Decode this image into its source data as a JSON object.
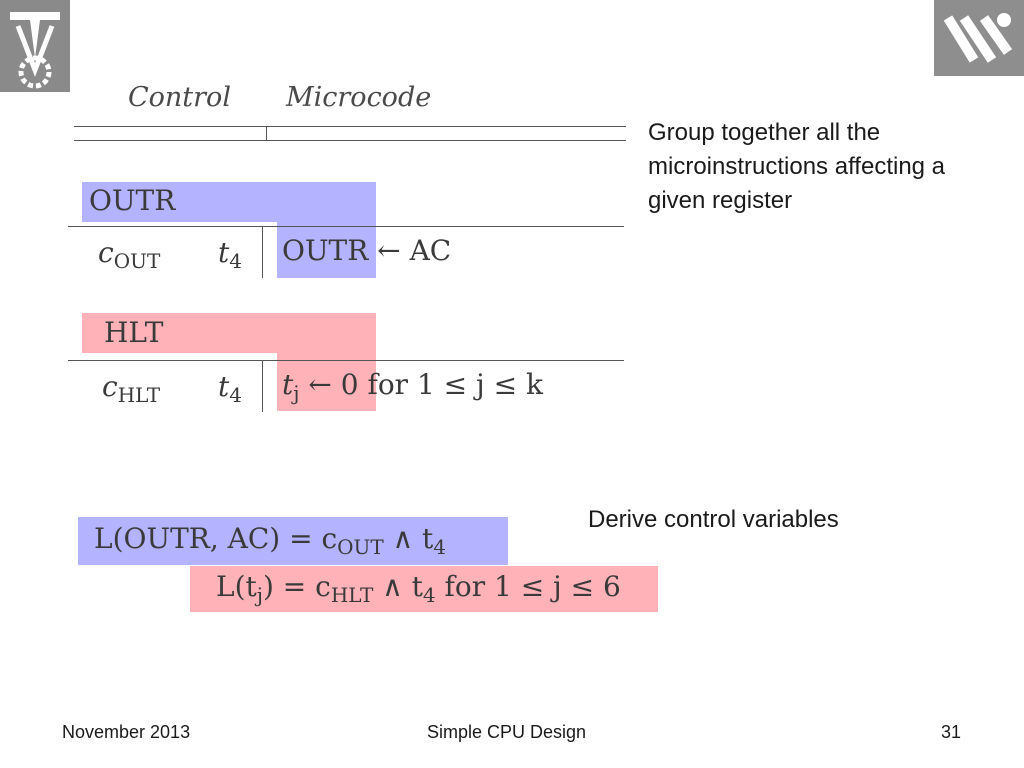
{
  "logos": {
    "left": "technion-emblem-icon",
    "right": "gear-emblem-icon"
  },
  "table": {
    "col_control": "Control",
    "col_microcode": "Microcode"
  },
  "outr_block": {
    "register": "OUTR",
    "control": "c",
    "control_sub": "OUT",
    "time": "t",
    "time_sub": "4",
    "dest": "OUTR",
    "op": "← AC"
  },
  "hlt_block": {
    "register": "HLT",
    "control": "c",
    "control_sub": "HLT",
    "time": "t",
    "time_sub": "4",
    "dest": "t",
    "dest_sub": "j",
    "dest_op": " ← 0",
    "rest": "for 1 ≤ j ≤ k"
  },
  "notes": {
    "group": "Group together all the microinstructions affecting a given register",
    "derive": "Derive control variables"
  },
  "equations": {
    "eq1": "L(OUTR, AC) = c",
    "eq1_sub": "OUT",
    "eq1_tail": " ∧ t",
    "eq1_tail_sub": "4",
    "eq2": "L(t",
    "eq2_sub1": "j",
    "eq2_mid": ") = c",
    "eq2_sub2": "HLT",
    "eq2_tail": " ∧ t",
    "eq2_tail_sub": "4",
    "eq2_end": " for 1 ≤ j ≤ 6"
  },
  "footer": {
    "date": "November 2013",
    "title": "Simple CPU Design",
    "page": "31"
  },
  "colors": {
    "blue_highlight": "#b3b3ff",
    "pink_highlight": "#ffb3b8"
  }
}
